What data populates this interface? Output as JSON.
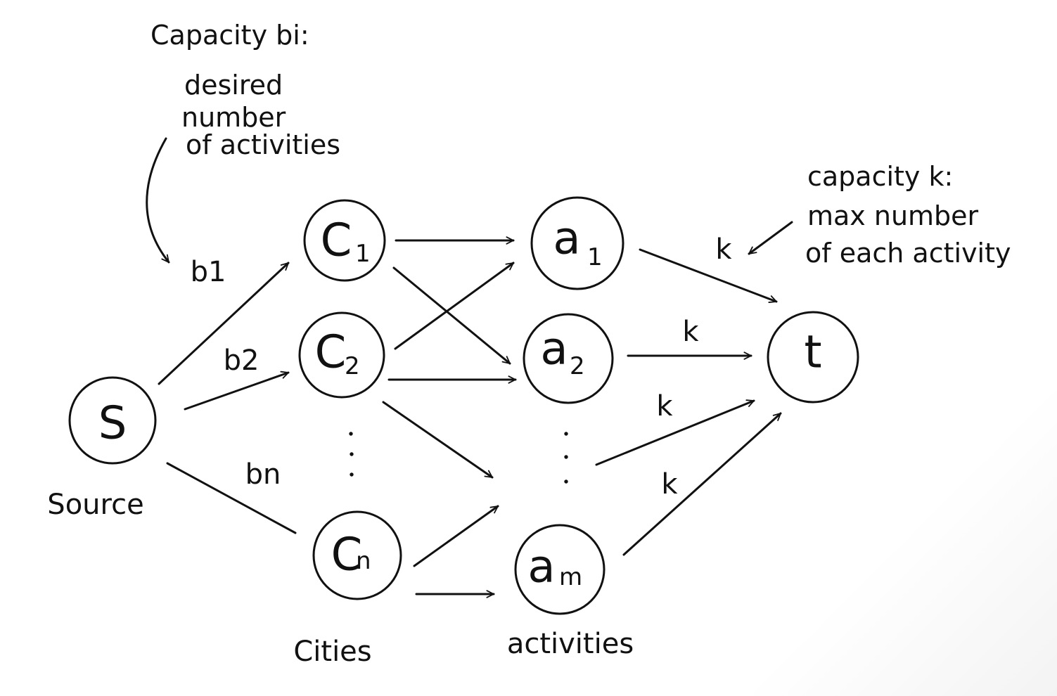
{
  "nodes": {
    "source": "S",
    "c1": {
      "main": "C",
      "sub": "1"
    },
    "c2": {
      "main": "C",
      "sub": "2"
    },
    "cn": {
      "main": "C",
      "sub": "n"
    },
    "a1": {
      "main": "a",
      "sub": "1"
    },
    "a2": {
      "main": "a",
      "sub": "2"
    },
    "am": {
      "main": "a",
      "sub": "m"
    },
    "sink": "t"
  },
  "edge_labels": {
    "b1": "b1",
    "b2": "b2",
    "bn": "bn",
    "k1": "k",
    "k2": "k",
    "k3": "k",
    "k4": "k"
  },
  "captions": {
    "source": "Source",
    "cities": "Cities",
    "activities": "activities"
  },
  "annotations": {
    "left_title": "Capacity bi:",
    "left_line1": "desired",
    "left_line2": "number",
    "left_line3": "of activities",
    "right_title": "capacity k:",
    "right_line1": "max number",
    "right_line2": "of each activity"
  }
}
